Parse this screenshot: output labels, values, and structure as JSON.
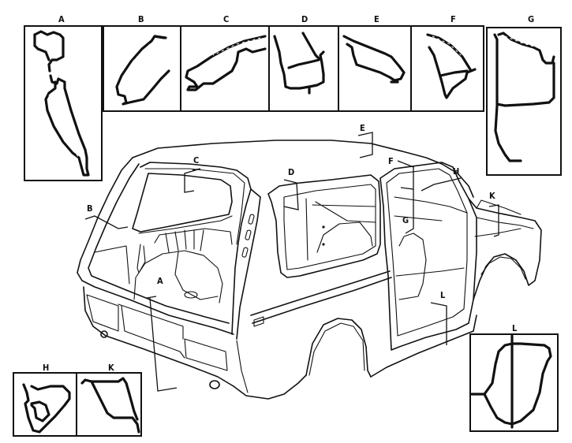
{
  "diagram": {
    "subject": "Car body with cross-section details of seals/weatherstrips",
    "detail_sections": [
      {
        "id": "A",
        "label": "A"
      },
      {
        "id": "B",
        "label": "B"
      },
      {
        "id": "C",
        "label": "C"
      },
      {
        "id": "D",
        "label": "D"
      },
      {
        "id": "E",
        "label": "E"
      },
      {
        "id": "F",
        "label": "F"
      },
      {
        "id": "G",
        "label": "G"
      },
      {
        "id": "H",
        "label": "H"
      },
      {
        "id": "K",
        "label": "K"
      },
      {
        "id": "L",
        "label": "L"
      }
    ],
    "callouts": [
      {
        "id": "A",
        "label": "A"
      },
      {
        "id": "B",
        "label": "B"
      },
      {
        "id": "C",
        "label": "C"
      },
      {
        "id": "D",
        "label": "D"
      },
      {
        "id": "E",
        "label": "E"
      },
      {
        "id": "F",
        "label": "F"
      },
      {
        "id": "G",
        "label": "G"
      },
      {
        "id": "H",
        "label": "H"
      },
      {
        "id": "K",
        "label": "K"
      },
      {
        "id": "L",
        "label": "L"
      }
    ]
  }
}
